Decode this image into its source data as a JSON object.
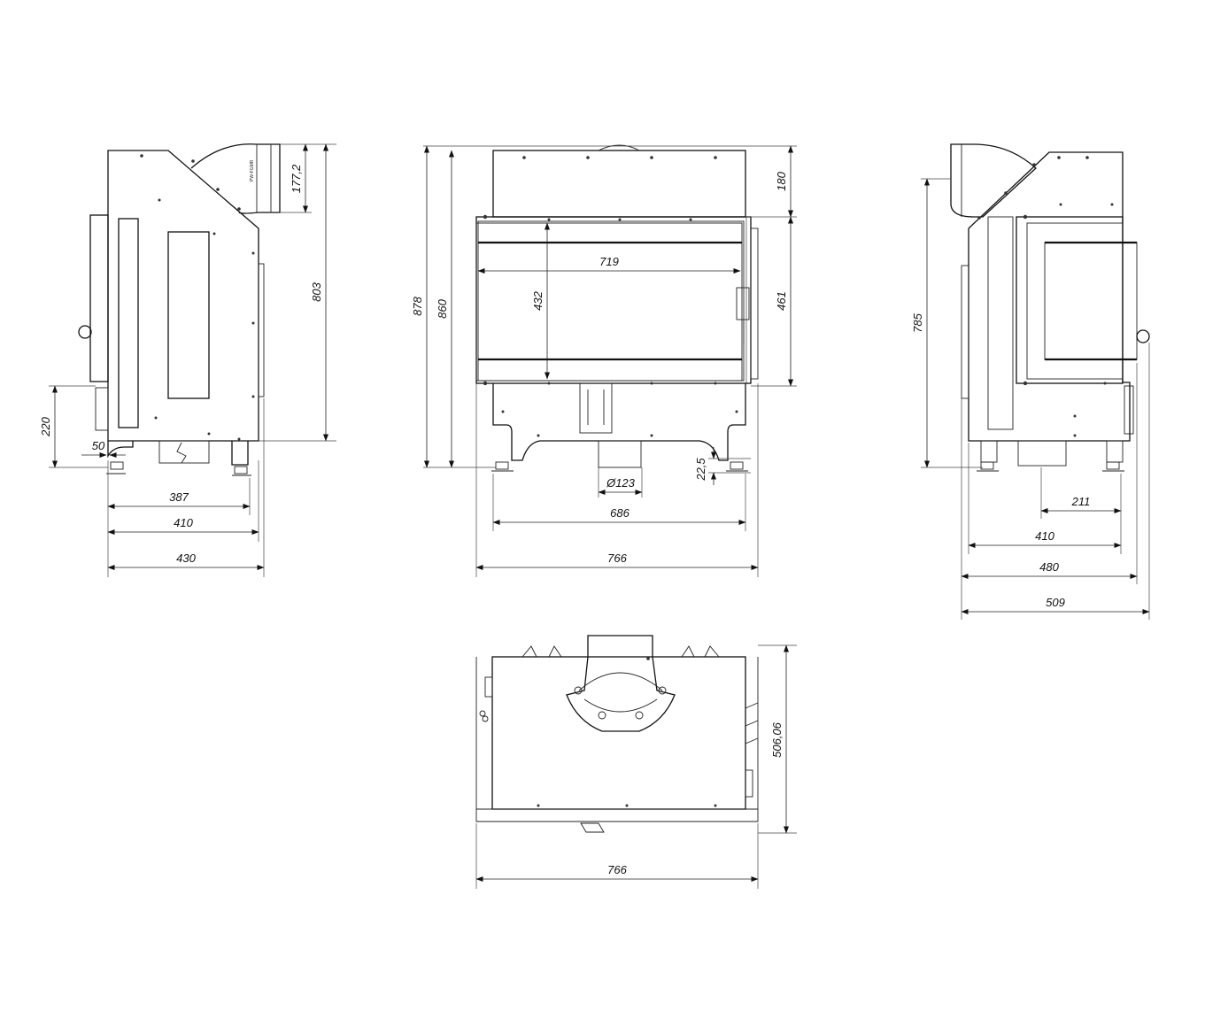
{
  "views": {
    "left_side": {
      "dims": {
        "h_177_2": "177,2",
        "h_803": "803",
        "h_220": "220",
        "w_50": "50",
        "w_387": "387",
        "w_410": "410",
        "w_430": "430"
      }
    },
    "front": {
      "dims": {
        "h_878": "878",
        "h_860": "860",
        "h_432": "432",
        "w_719": "719",
        "h_180": "180",
        "h_461": "461",
        "h_22_5": "22,5",
        "d_123": "Ø123",
        "w_686": "686",
        "w_766": "766"
      }
    },
    "right_side": {
      "dims": {
        "h_785": "785",
        "w_211": "211",
        "w_410": "410",
        "w_480": "480",
        "w_509": "509"
      }
    },
    "top": {
      "dims": {
        "h_506_06": "506,06",
        "w_766": "766"
      }
    }
  }
}
